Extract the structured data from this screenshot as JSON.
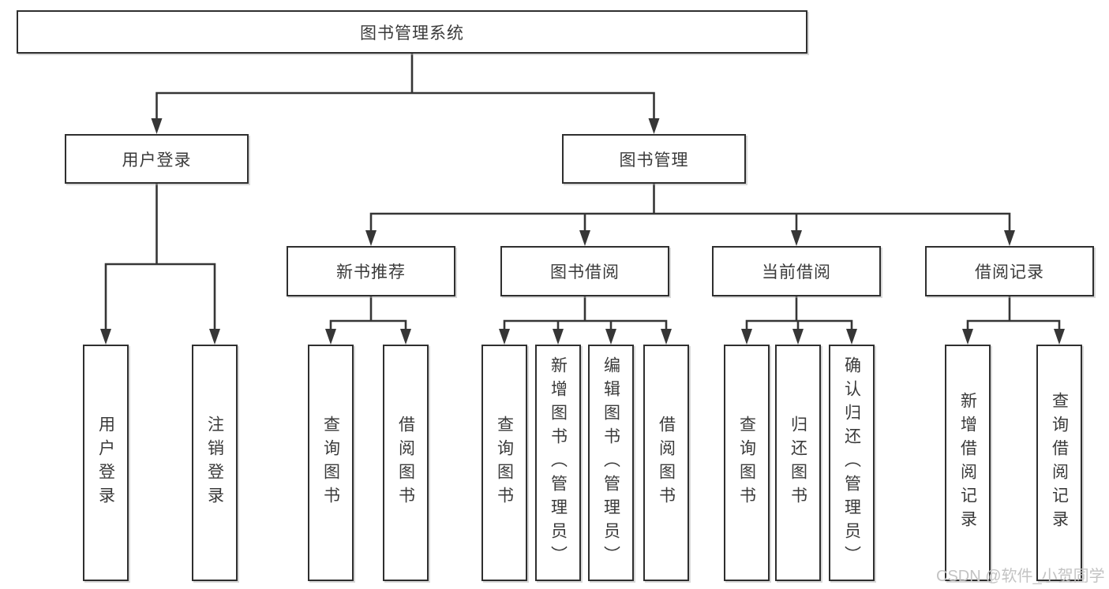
{
  "diagram": {
    "root": {
      "label": "图书管理系统"
    },
    "level1": [
      {
        "label": "用户登录"
      },
      {
        "label": "图书管理"
      }
    ],
    "level2": [
      {
        "label": "新书推荐"
      },
      {
        "label": "图书借阅"
      },
      {
        "label": "当前借阅"
      },
      {
        "label": "借阅记录"
      }
    ],
    "groups": {
      "user_login": {
        "children": [
          "用户登录",
          "注销登录"
        ]
      },
      "new_books": {
        "children": [
          "查询图书",
          "借阅图书"
        ]
      },
      "borrow": {
        "children": [
          "查询图书",
          "新增图书（管理员）",
          "编辑图书（管理员）",
          "借阅图书"
        ]
      },
      "current": {
        "children": [
          "查询图书",
          "归还图书",
          "确认归还（管理员）"
        ]
      },
      "records": {
        "children": [
          "新增借阅记录",
          "查询借阅记录"
        ]
      }
    },
    "watermark": "CSDN @软件_小贺同学",
    "colors": {
      "line": "#363636",
      "border": "#2f2f2f",
      "text": "#3a3a3a",
      "watermark_text": "#c3c3c3",
      "background": "#ffffff"
    }
  }
}
